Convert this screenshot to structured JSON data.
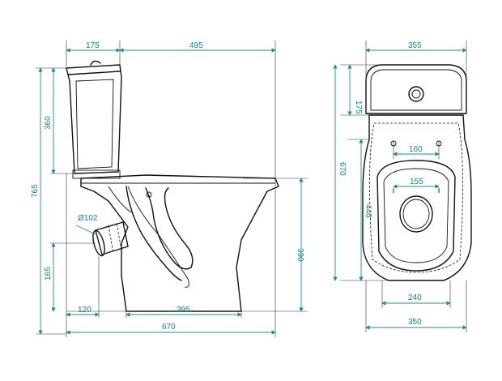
{
  "colors": {
    "dimension": "#1b7f86",
    "outline": "#111111",
    "background": "#ffffff"
  },
  "side_view": {
    "dims": {
      "tank_depth": "175",
      "bowl_length": "495",
      "tank_height": "360",
      "total_height": "765",
      "outlet_diameter": "Ø102",
      "outlet_height": "165",
      "seat_height": "390",
      "outlet_offset": "120",
      "base_length": "395",
      "total_length": "670"
    }
  },
  "top_view": {
    "dims": {
      "total_width_top": "355",
      "tank_depth": "175",
      "hinge_spacing": "160",
      "total_length": "670",
      "inner_spacing": "155",
      "bowl_length": "440",
      "base_width": "240",
      "total_width_bottom": "350"
    }
  }
}
